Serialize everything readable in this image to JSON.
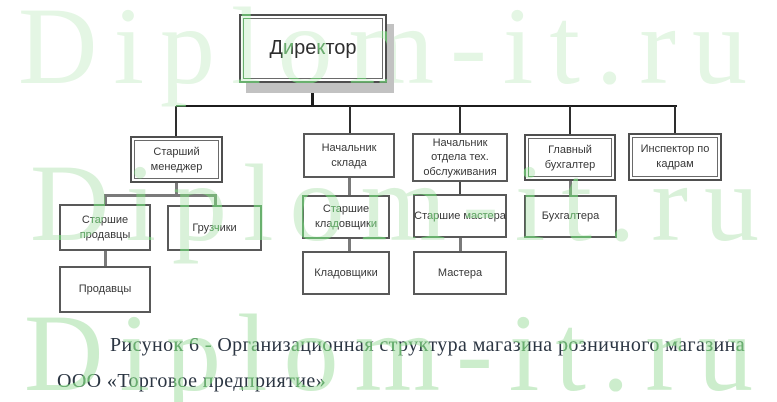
{
  "watermark": {
    "text": "Diplom-it.ru",
    "color_light": "#e4f6e4",
    "color_overlay": "#69b06e"
  },
  "diagram": {
    "nodes": {
      "director": {
        "label": "Директор"
      },
      "senior_manager": {
        "label": "Старший менеджер"
      },
      "warehouse_head": {
        "label": "Начальник склада"
      },
      "tech_service_head": {
        "label": "Начальник отдела тех. обслуживания"
      },
      "chief_accountant": {
        "label": "Главный бухгалтер"
      },
      "hr_inspector": {
        "label": "Инспектор по кадрам"
      },
      "senior_sellers": {
        "label": "Старшие продавцы"
      },
      "loaders": {
        "label": "Грузчики"
      },
      "senior_storekeepers": {
        "label": "Старшие кладовщики"
      },
      "senior_masters": {
        "label": "Старшие мастера"
      },
      "accountants": {
        "label": "Бухгалтера"
      },
      "sellers": {
        "label": "Продавцы"
      },
      "storekeepers": {
        "label": "Кладовщики"
      },
      "masters": {
        "label": "Мастера"
      }
    },
    "hierarchy": {
      "Директор": [
        "Старший менеджер",
        "Начальник склада",
        "Начальник отдела тех. обслуживания",
        "Главный бухгалтер",
        "Инспектор по кадрам"
      ],
      "Старший менеджер": [
        "Старшие продавцы",
        "Грузчики"
      ],
      "Старшие продавцы": [
        "Продавцы"
      ],
      "Начальник склада": [
        "Старшие кладовщики"
      ],
      "Старшие кладовщики": [
        "Кладовщики"
      ],
      "Начальник отдела тех. обслуживания": [
        "Старшие мастера"
      ],
      "Старшие мастера": [
        "Мастера"
      ],
      "Главный бухгалтер": [
        "Бухгалтера"
      ],
      "Инспектор по кадрам": []
    }
  },
  "caption": {
    "line1": "Рисунок 6 - Организационная структура магазина розничного магазина",
    "line2": "ООО «Торговое предприятие»",
    "text_color": "#2b3542"
  }
}
